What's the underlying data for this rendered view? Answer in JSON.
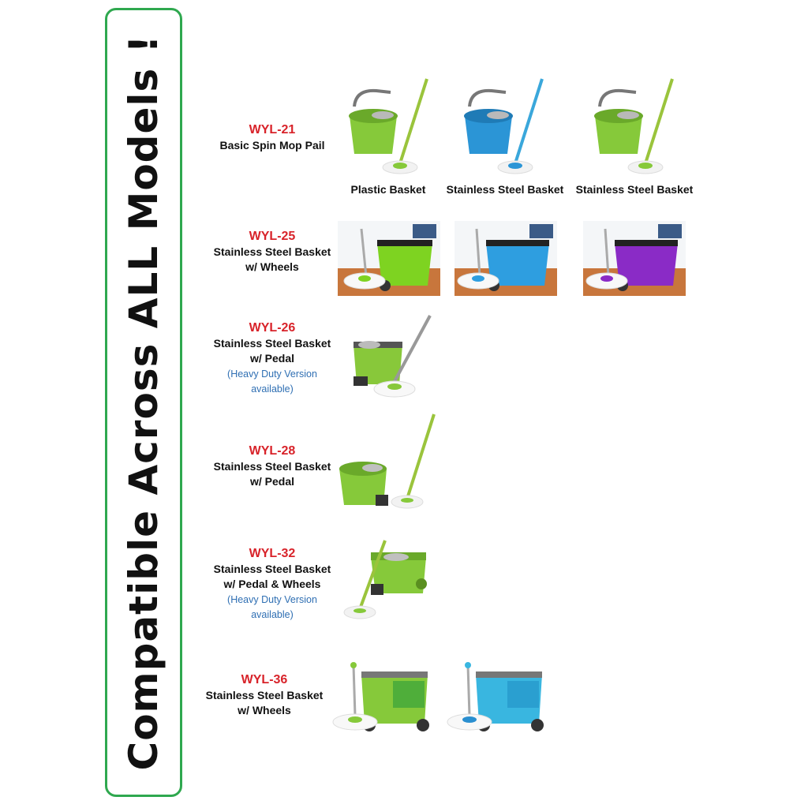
{
  "banner": {
    "text": "Compatible Across ALL Models !",
    "border_color": "#2fa84f"
  },
  "colors": {
    "green": "#86c93a",
    "blue": "#2b95d6",
    "purple": "#8a2bc6",
    "code_red": "#d8232a",
    "note_blue": "#2f6fb3"
  },
  "models": [
    {
      "code": "WYL-21",
      "lines": [
        "Basic Spin Mop Pail"
      ]
    },
    {
      "code": "WYL-25",
      "lines": [
        "Stainless Steel Basket",
        "w/ Wheels"
      ]
    },
    {
      "code": "WYL-26",
      "lines": [
        "Stainless Steel Basket",
        "w/ Pedal"
      ],
      "note": [
        "(Heavy Duty Version",
        "available)"
      ]
    },
    {
      "code": "WYL-28",
      "lines": [
        "Stainless Steel Basket",
        "w/ Pedal"
      ]
    },
    {
      "code": "WYL-32",
      "lines": [
        "Stainless Steel Basket",
        "w/ Pedal & Wheels"
      ],
      "note": [
        "(Heavy Duty Version",
        "available)"
      ]
    },
    {
      "code": "WYL-36",
      "lines": [
        "Stainless Steel Basket",
        "w/ Wheels"
      ]
    }
  ],
  "captions": [
    "Plastic Basket",
    "Stainless Steel Basket",
    "Stainless Steel Basket"
  ]
}
